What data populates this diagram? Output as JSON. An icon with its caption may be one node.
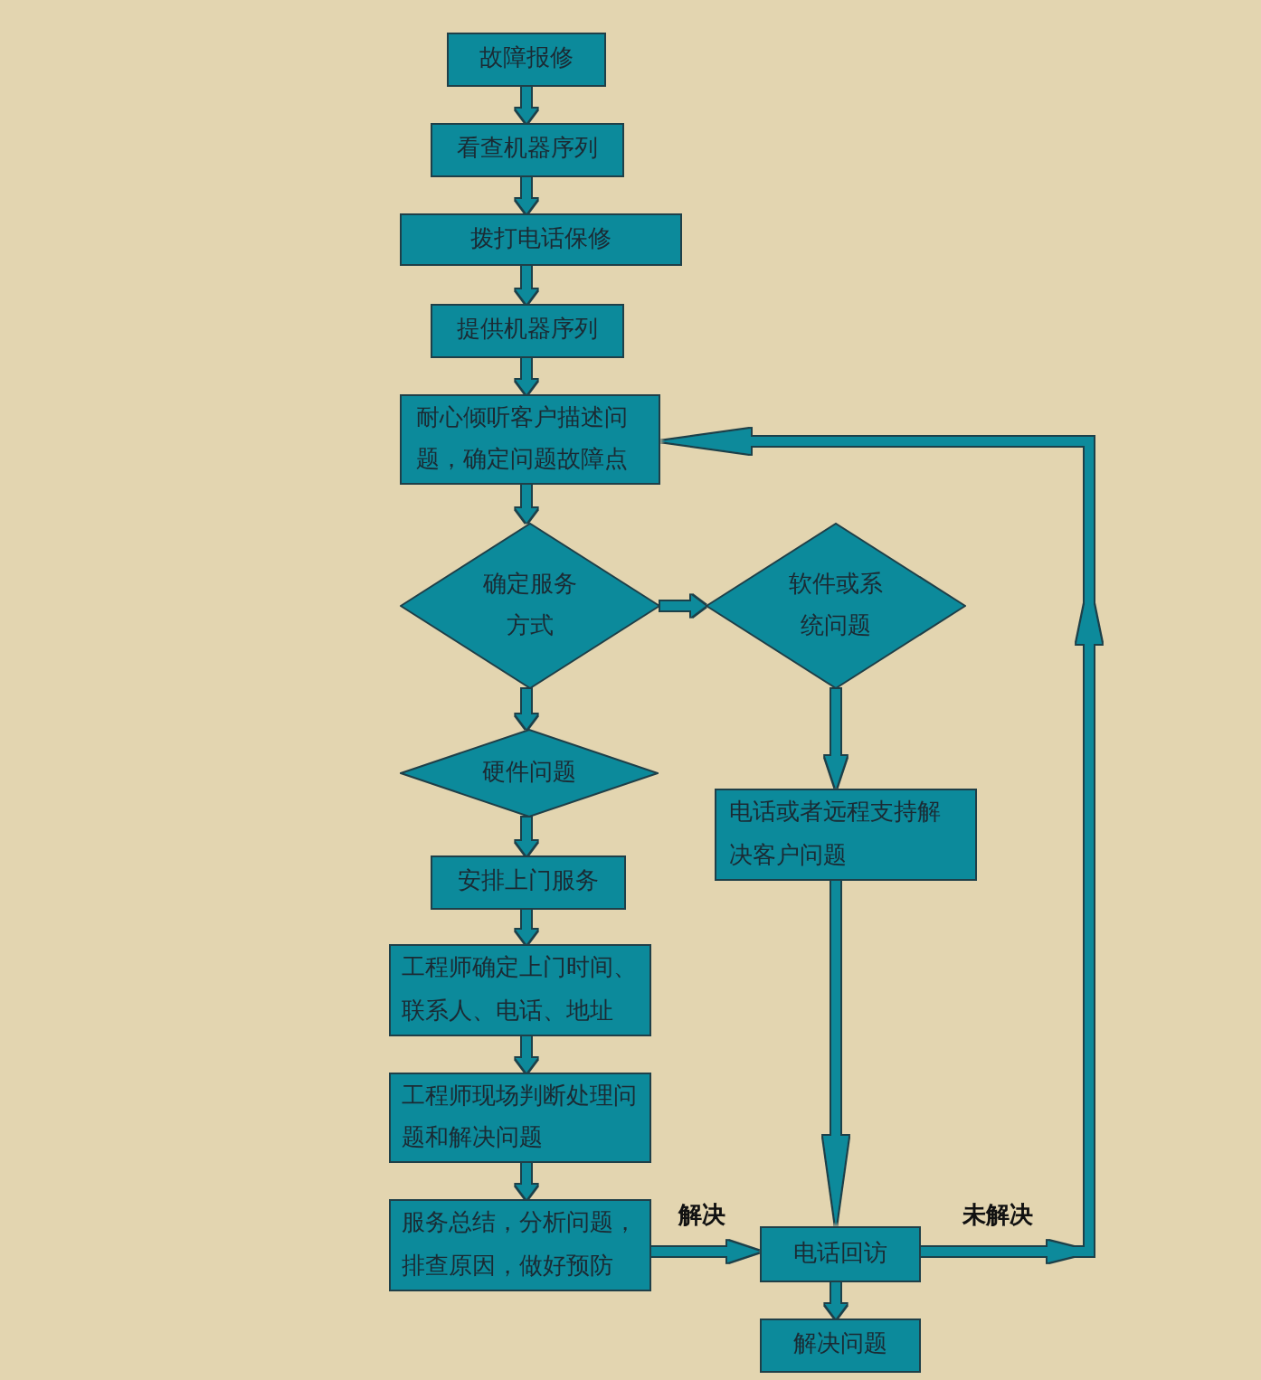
{
  "diagram": {
    "nodes": [
      {
        "text": [
          "故障报修"
        ]
      },
      {
        "text": [
          "看查机器序列"
        ]
      },
      {
        "text": [
          "拨打电话保修"
        ]
      },
      {
        "text": [
          "提供机器序列"
        ]
      },
      {
        "text": [
          "耐心倾听客户描述问题，确定问题故障点"
        ]
      },
      {
        "text": [
          "确定服务方式"
        ]
      },
      {
        "text": [
          "软件或系统问题"
        ]
      },
      {
        "text": [
          "硬件问题"
        ]
      },
      {
        "text": [
          "安排上门服务"
        ]
      },
      {
        "text": [
          "电话或者远程支持解决客户问题"
        ]
      },
      {
        "text": [
          "工程师确定上门时间、联系人、电话、地址"
        ]
      },
      {
        "text": [
          "工程师现场判断处理问题和解决问题"
        ]
      },
      {
        "text": [
          "服务总结，分析问题，排查原因，做好预防"
        ]
      },
      {
        "text": [
          "电话回访"
        ]
      },
      {
        "text": [
          "解决问题"
        ]
      }
    ],
    "edges": [
      {
        "from": 0,
        "to": 1,
        "arrow": "to"
      },
      {
        "from": 1,
        "to": 2,
        "arrow": "to"
      },
      {
        "from": 2,
        "to": 3,
        "arrow": "to"
      },
      {
        "from": 3,
        "to": 4,
        "arrow": "to"
      },
      {
        "from": 4,
        "to": 5,
        "arrow": "to"
      },
      {
        "from": 5,
        "to": 6,
        "arrow": "to"
      },
      {
        "from": 5,
        "to": 7,
        "arrow": "to"
      },
      {
        "from": 6,
        "to": 9,
        "arrow": "to"
      },
      {
        "from": 7,
        "to": 8,
        "arrow": "to"
      },
      {
        "from": 8,
        "to": 10,
        "arrow": "to"
      },
      {
        "from": 10,
        "to": 11,
        "arrow": "to"
      },
      {
        "from": 11,
        "to": 12,
        "arrow": "to"
      },
      {
        "from": 12,
        "to": 13,
        "arrow": "to",
        "label": "解决"
      },
      {
        "from": 9,
        "to": 13,
        "arrow": "to"
      },
      {
        "from": 13,
        "to": 14,
        "arrow": "to"
      },
      {
        "from": 13,
        "to": 4,
        "arrow": "to",
        "label": "未解决"
      }
    ]
  }
}
